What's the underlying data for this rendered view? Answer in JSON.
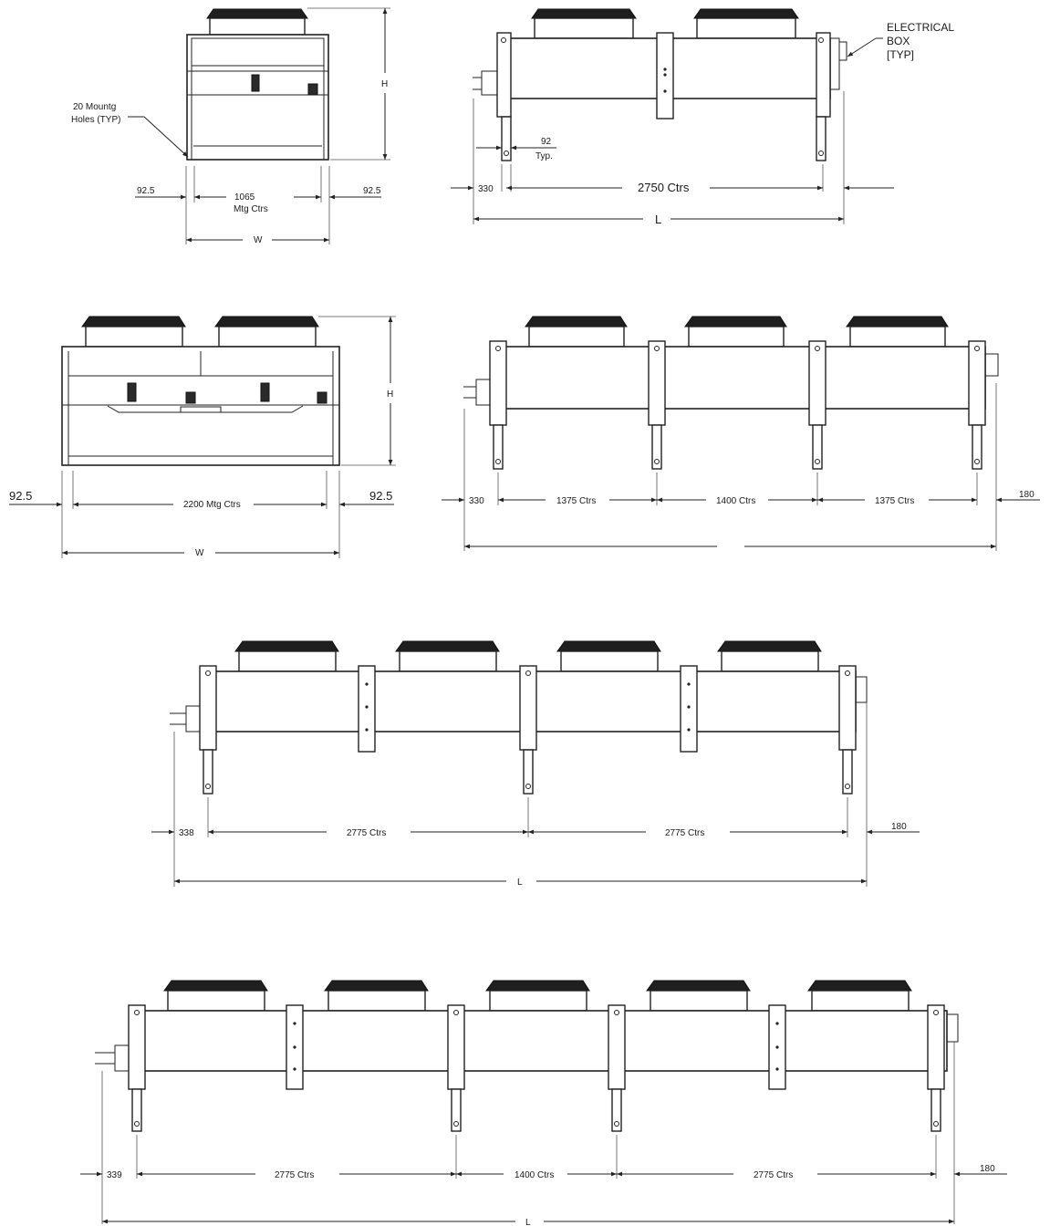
{
  "views": {
    "two_fan_end": {
      "note_line1": "20 Mountg",
      "note_line2": "Holes (TYP)",
      "height": "H",
      "left_offset": "92.5",
      "right_offset": "92.5",
      "mtg_ctrs_line1": "1065",
      "mtg_ctrs_line2": "Mtg Ctrs",
      "width": "W"
    },
    "two_fan_side": {
      "ebox_line1": "ELECTRICAL",
      "ebox_line2": "BOX",
      "ebox_line3": "[TYP]",
      "leg_width": "92",
      "leg_width_unit": "Typ.",
      "left_offset": "330",
      "ctrs": "2750 Ctrs",
      "length": "L"
    },
    "four_fan_end": {
      "height": "H",
      "left_offset": "92.5",
      "right_offset": "92.5",
      "mtg_ctrs": "2200 Mtg Ctrs",
      "width": "W"
    },
    "six_fan_side": {
      "left_offset": "330",
      "ctrs": [
        "1375 Ctrs",
        "1400 Ctrs",
        "1375 Ctrs"
      ],
      "right_offset": "180"
    },
    "eight_fan_side": {
      "left_offset": "338",
      "ctrs": [
        "2775 Ctrs",
        "2775 Ctrs"
      ],
      "right_offset": "180",
      "length": "L"
    },
    "ten_fan_side": {
      "left_offset": "339",
      "ctrs": [
        "2775 Ctrs",
        "1400 Ctrs",
        "2775 Ctrs"
      ],
      "right_offset": "180",
      "length": "L"
    }
  }
}
